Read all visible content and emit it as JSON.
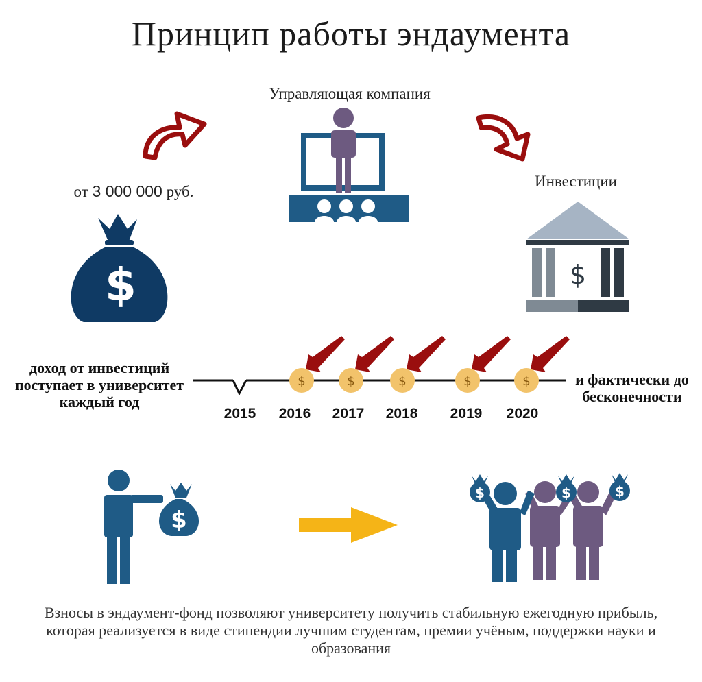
{
  "title": "Принцип работы эндаумента",
  "labels": {
    "company": "Управляющая компания",
    "investments": "Инвестиции",
    "amount_prefix": "от ",
    "amount_value": "3 000 000",
    "amount_suffix": " руб."
  },
  "timeline": {
    "left_text": "доход от инвестиций поступает в университет каждый год",
    "right_text": "и фактически до бесконечности",
    "years": [
      "2015",
      "2016",
      "2017",
      "2018",
      "2019",
      "2020"
    ],
    "coin_symbol": "$"
  },
  "bottom_text": "Взносы в эндаумент-фонд позволяют университету получить стабильную ежегодную прибыль, которая реализуется в виде стипендии лучшим студентам, премии учёным, поддержки науки и образования",
  "colors": {
    "navy": "#0f3a64",
    "blue": "#1f5b86",
    "purple": "#6d5a80",
    "red_arrow": "#9a0e0e",
    "coin": "#f2c36b",
    "yellow_arrow": "#f5b417",
    "bank_light": "#a6b4c4",
    "bank_dark": "#2f3a44",
    "bank_gray": "#7f8a94"
  },
  "icons": [
    "money-bag-icon",
    "manager-screen-icon",
    "bank-icon",
    "coin-icon",
    "donor-icon",
    "students-icon",
    "red-arrow-icon",
    "yellow-arrow-icon"
  ]
}
